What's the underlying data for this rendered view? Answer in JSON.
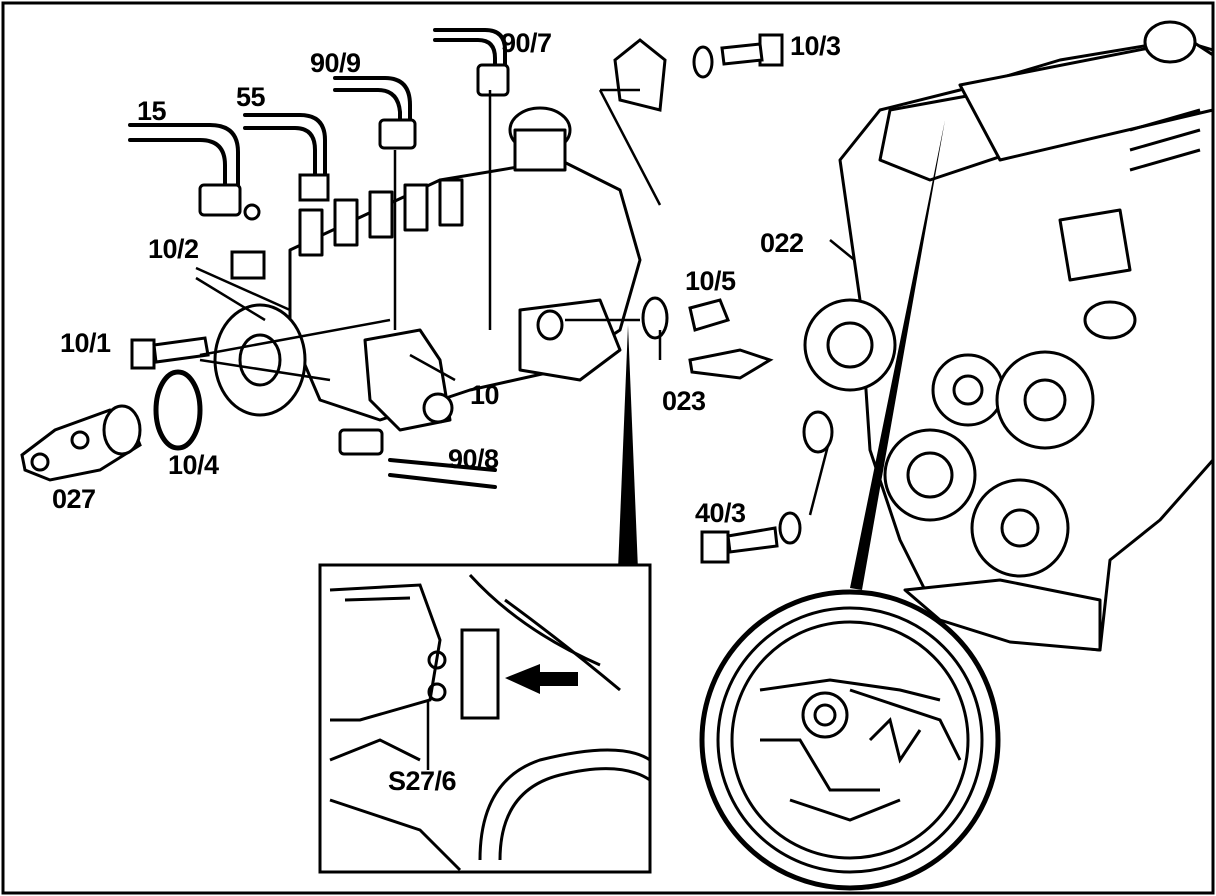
{
  "diagram": {
    "callouts": {
      "c_90_7": "90/7",
      "c_90_9": "90/9",
      "c_10_3": "10/3",
      "c_55": "55",
      "c_15": "15",
      "c_10_2": "10/2",
      "c_022": "022",
      "c_10_5": "10/5",
      "c_10_1": "10/1",
      "c_10": "10",
      "c_023": "023",
      "c_10_4": "10/4",
      "c_90_8": "90/8",
      "c_027": "027",
      "c_40_3": "40/3",
      "c_s27_6": "S27/6"
    },
    "colors": {
      "ink": "#000000",
      "paper": "#ffffff"
    }
  }
}
